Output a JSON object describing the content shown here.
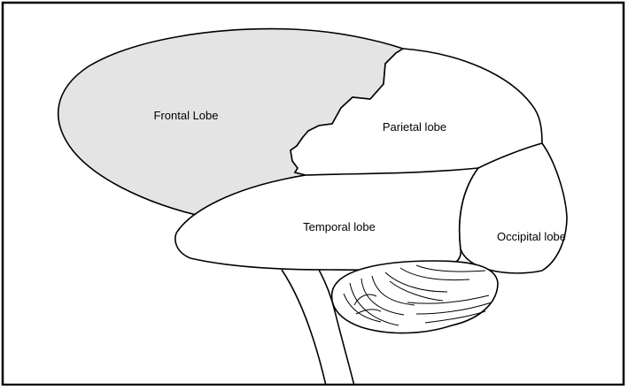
{
  "diagram": {
    "labels": {
      "frontal": "Frontal Lobe",
      "parietal": "Parietal lobe",
      "temporal": "Temporal lobe",
      "occipital": "Occipital lobe"
    },
    "colors": {
      "frontal_fill": "#e4e4e4",
      "outline": "#000000",
      "background": "#ffffff"
    }
  }
}
